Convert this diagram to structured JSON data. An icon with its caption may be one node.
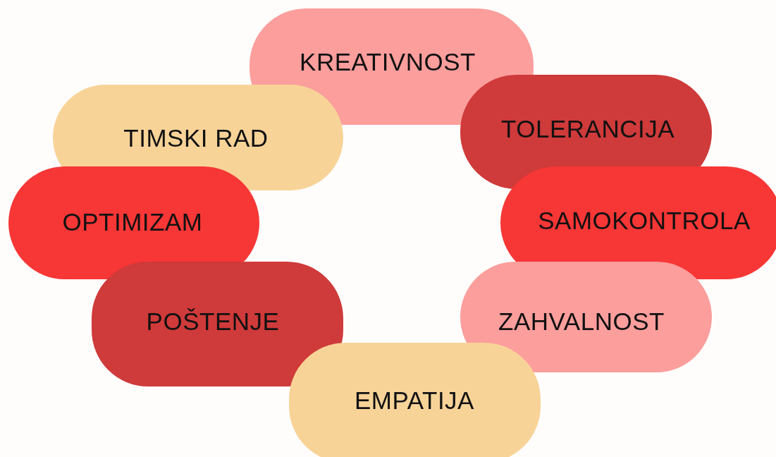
{
  "diagram": {
    "nodes": [
      {
        "text": [
          "KREATIVNOST"
        ]
      },
      {
        "text": [
          "TIMSKI RAD"
        ]
      },
      {
        "text": [
          "TOLERANCIJA"
        ]
      },
      {
        "text": [
          "OPTIMIZAM"
        ]
      },
      {
        "text": [
          "SAMOKONTROLA"
        ]
      },
      {
        "text": [
          "POŠTENJE"
        ]
      },
      {
        "text": [
          "ZAHVALNOST"
        ]
      },
      {
        "text": [
          "EMPATIJA"
        ]
      }
    ]
  }
}
